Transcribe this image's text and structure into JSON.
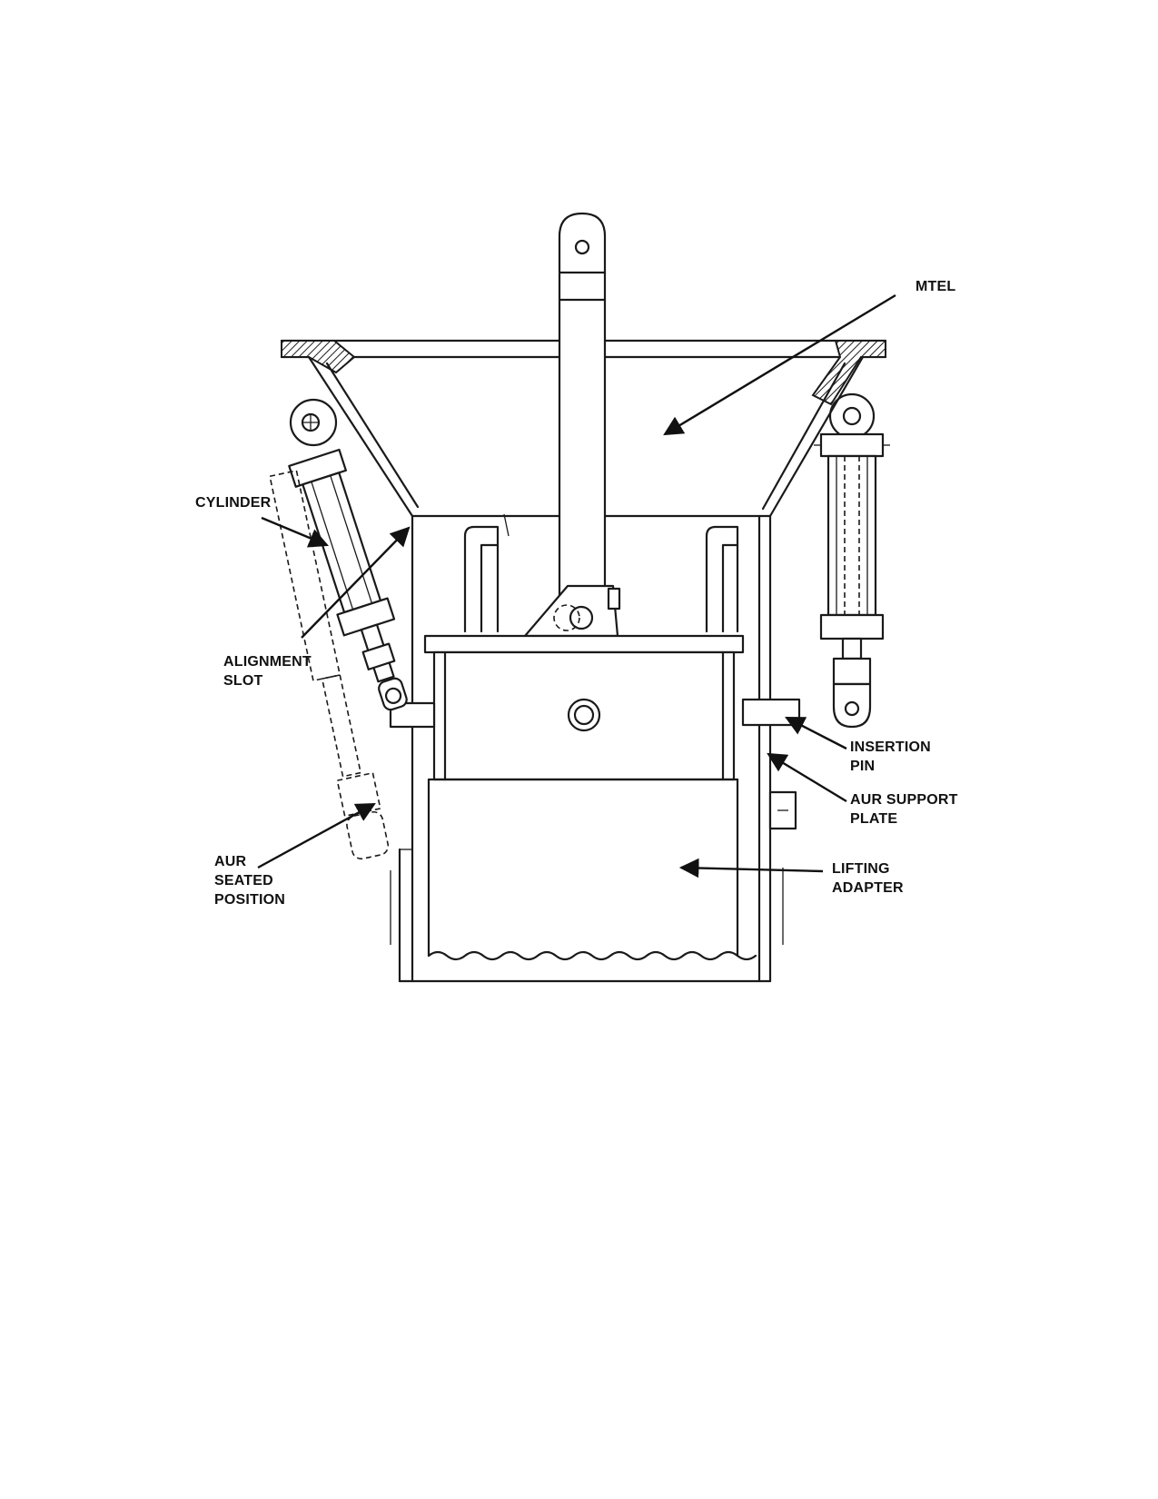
{
  "labels": {
    "mtel": "MTEL",
    "cylinder": "CYLINDER",
    "alignment_slot_1": "ALIGNMENT",
    "alignment_slot_2": "SLOT",
    "insertion_pin_1": "INSERTION",
    "insertion_pin_2": "PIN",
    "aur_support_plate_1": "AUR SUPPORT",
    "aur_support_plate_2": "PLATE",
    "aur_seated_position_1": "AUR",
    "aur_seated_position_2": "SEATED",
    "aur_seated_position_3": "POSITION",
    "lifting_adapter_1": "LIFTING",
    "lifting_adapter_2": "ADAPTER"
  },
  "colors": {
    "ink": "#1a1a1a",
    "paper": "#ffffff"
  }
}
